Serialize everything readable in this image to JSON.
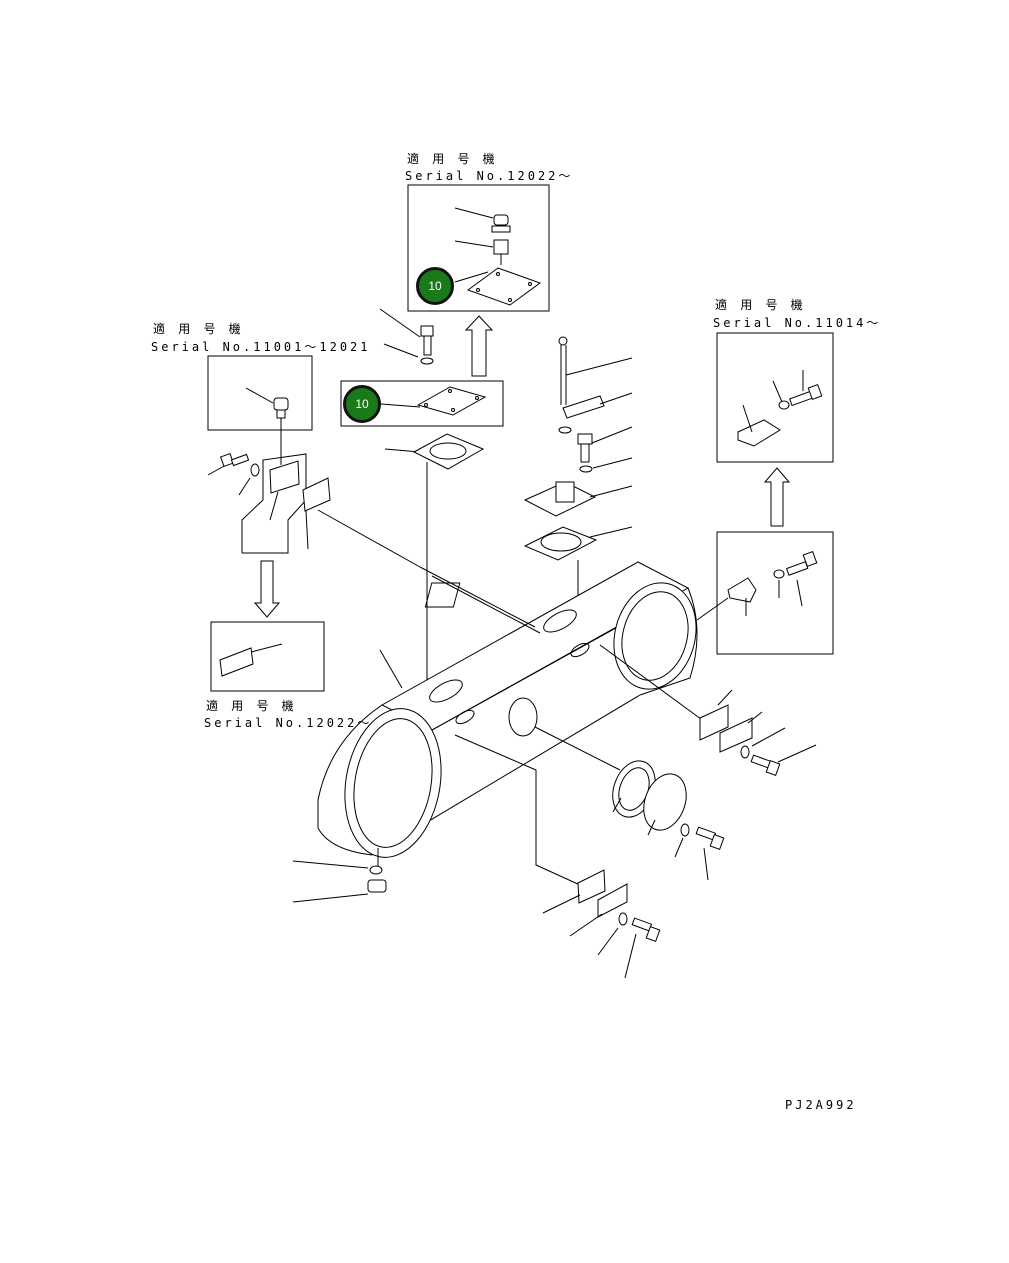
{
  "callouts": {
    "top": {
      "label": "適 用 号 機",
      "serial": "Serial No.12022～"
    },
    "left": {
      "label": "適 用 号 機",
      "serial": "Serial No.11001～12021"
    },
    "lower_left": {
      "label": "適 用 号 機",
      "serial": "Serial No.12022～"
    },
    "right": {
      "label": "適 用 号 機",
      "serial": "Serial No.11014～"
    }
  },
  "badges": {
    "top": "10",
    "middle": "10"
  },
  "drawing_code": "PJ2A992",
  "colors": {
    "badge_fill": "#1a7a1a",
    "line": "#000000"
  }
}
